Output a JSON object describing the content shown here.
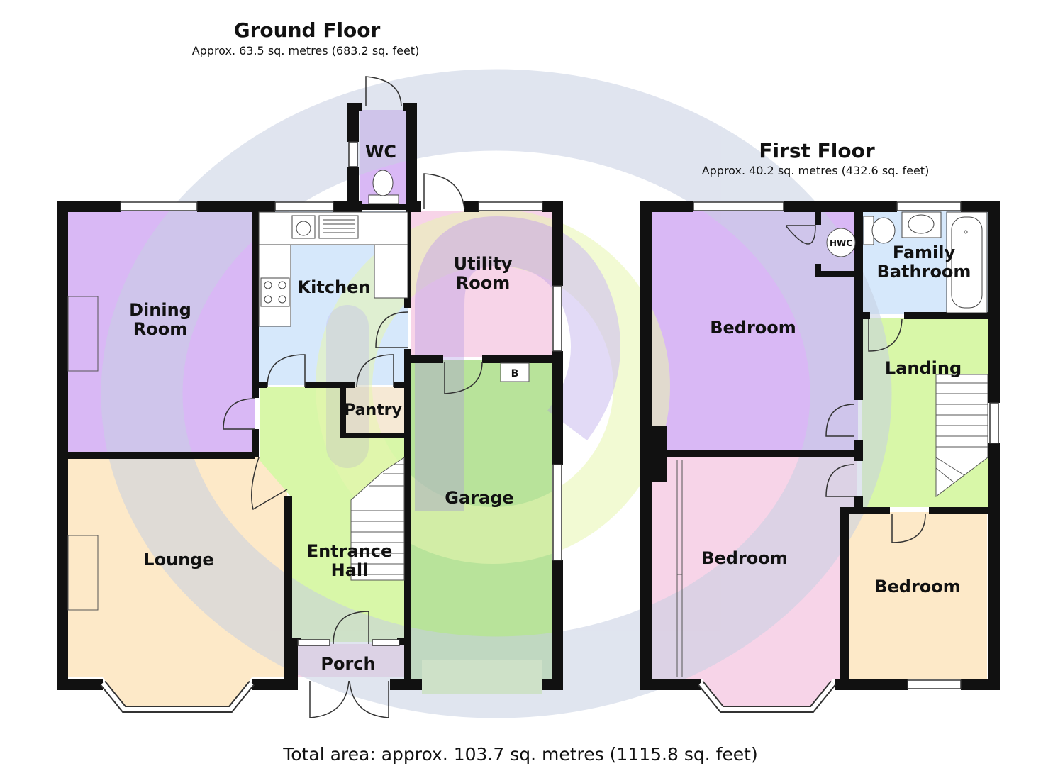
{
  "ground_floor": {
    "title": "Ground Floor",
    "area": "Approx. 63.5 sq. metres (683.2 sq. feet)",
    "rooms": {
      "wc": "WC",
      "kitchen": "Kitchen",
      "utility_1": "Utility",
      "utility_2": "Room",
      "dining_1": "Dining",
      "dining_2": "Room",
      "pantry": "Pantry",
      "garage": "Garage",
      "lounge": "Lounge",
      "hall_1": "Entrance",
      "hall_2": "Hall",
      "porch": "Porch"
    },
    "boiler": "B"
  },
  "first_floor": {
    "title": "First Floor",
    "area": "Approx. 40.2 sq. metres (432.6 sq. feet)",
    "rooms": {
      "bedroom_rear": "Bedroom",
      "hwc": "HWC",
      "bath_1": "Family",
      "bath_2": "Bathroom",
      "landing": "Landing",
      "bedroom_front": "Bedroom",
      "bedroom_small": "Bedroom"
    }
  },
  "total_area": "Total area: approx. 103.7 sq. metres (1115.8 sq. feet)",
  "colors": {
    "wall": "#111111",
    "purple": "#d9b8f5",
    "blue": "#d6e8fb",
    "pink": "#f7d4e8",
    "green": "#d8f7a8",
    "peach": "#fde9c8",
    "tan": "#f6e9d5",
    "watermark_grey": "#cfd6e6",
    "watermark_green": "#e9f5b8",
    "watermark_purple": "#b59fe6"
  }
}
